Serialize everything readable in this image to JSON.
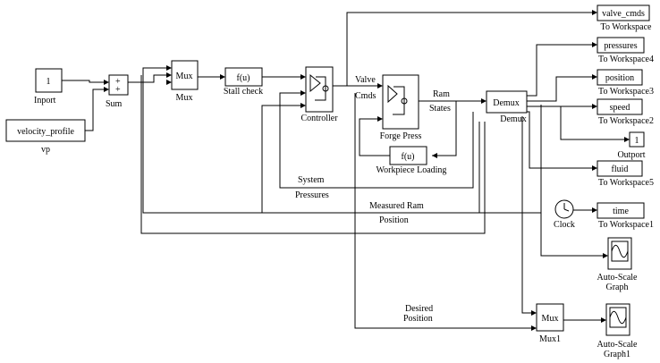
{
  "blocks": {
    "inport": {
      "value": "1",
      "label": "Inport"
    },
    "velocity_profile": {
      "value": "velocity_profile",
      "label": "vp"
    },
    "sum": {
      "signs": [
        "+",
        "+"
      ],
      "label": "Sum"
    },
    "mux": {
      "value": "Mux",
      "label": "Mux"
    },
    "stall_check": {
      "value": "f(u)",
      "label": "Stall check"
    },
    "controller": {
      "label": "Controller"
    },
    "forge_press": {
      "label": "Forge Press"
    },
    "workpiece_loading": {
      "value": "f(u)",
      "label": "Workpiece Loading"
    },
    "demux": {
      "value": "Demux",
      "label": "Demux"
    },
    "tw_valve": {
      "value": "valve_cmds",
      "label": "To Workspace"
    },
    "tw_pressures": {
      "value": "pressures",
      "label": "To Workspace4"
    },
    "tw_position": {
      "value": "position",
      "label": "To Workspace3"
    },
    "tw_speed": {
      "value": "speed",
      "label": "To Workspace2"
    },
    "outport": {
      "value": "1",
      "label": "Outport"
    },
    "tw_fluid": {
      "value": "fluid",
      "label": "To Workspace5"
    },
    "clock": {
      "label": "Clock"
    },
    "tw_time": {
      "value": "time",
      "label": "To Workspace1"
    },
    "graph": {
      "label1": "Auto-Scale",
      "label2": "Graph"
    },
    "mux1": {
      "value": "Mux",
      "label": "Mux1"
    },
    "graph1": {
      "label1": "Auto-Scale",
      "label2": "Graph1"
    }
  },
  "signals": {
    "valve_cmds": {
      "line1": "Valve",
      "line2": "Cmds"
    },
    "ram_states": {
      "line1": "Ram",
      "line2": "States"
    },
    "system_pressures": {
      "line1": "System",
      "line2": "Pressures"
    },
    "measured_ram_position": {
      "line1": "Measured Ram",
      "line2": "Position"
    },
    "desired_position": {
      "line1": "Desired",
      "line2": "Position"
    }
  }
}
